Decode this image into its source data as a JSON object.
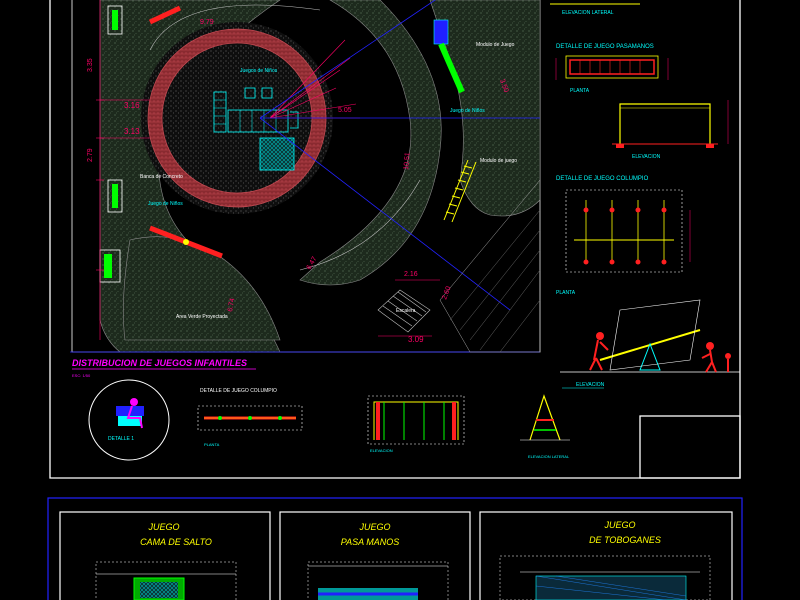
{
  "drawing": {
    "main_title": "DISTRIBUCION DE JUEGOS INFANTILES",
    "main_scale": "ESC: 1/50",
    "detail1_label": "DETALLE 1",
    "colors": {
      "background": "#000000",
      "frame": "#ffffff",
      "title": "#ff00ff",
      "text": "#00ffff",
      "dimension": "#ff0066",
      "grass": "#2a3a2a",
      "brick": "#c0404a",
      "axis": "#0000ff",
      "yellow": "#ffff00",
      "green": "#00ff00"
    }
  },
  "plan": {
    "labels": {
      "center": "Juegos de Niños",
      "pasamanos": "Juego de Niños",
      "columpio": "Juego de Niños",
      "trepador": "Modulo de juego",
      "tobogan": "Modulo de Juego",
      "banca": "Banca de Concreto",
      "area_verde": "Area Verde Proyectada",
      "escalera": "Escalera"
    },
    "dimensions": {
      "d1": "3.16",
      "d2": "3.13",
      "d3": "3.35",
      "d4": "2.79",
      "d5": "2.16",
      "d6": "3.09",
      "d7": "2.60",
      "d8": "10.51",
      "d9": "6.47",
      "d10": "6.74",
      "d11": "9.79",
      "d12": "5.05",
      "d13": "3.50"
    }
  },
  "details": {
    "pasamanos_title": "DETALLE DE JUEGO PASAMANOS",
    "planta": "PLANTA",
    "elevacion": "ELEVACION",
    "elevacion_lateral": "ELEVACION LATERAL",
    "columpio_title": "DETALLE DE JUEGO COLUMPIO",
    "sube_baja": "ELEVACION",
    "columpio_bottom": "DETALLE DE JUEGO COLUMPIO"
  },
  "bottom_panels": [
    {
      "line1": "JUEGO",
      "line2": "CAMA DE SALTO"
    },
    {
      "line1": "JUEGO",
      "line2": "PASA MANOS"
    },
    {
      "line1": "JUEGO",
      "line2": "DE TOBOGANES"
    }
  ]
}
